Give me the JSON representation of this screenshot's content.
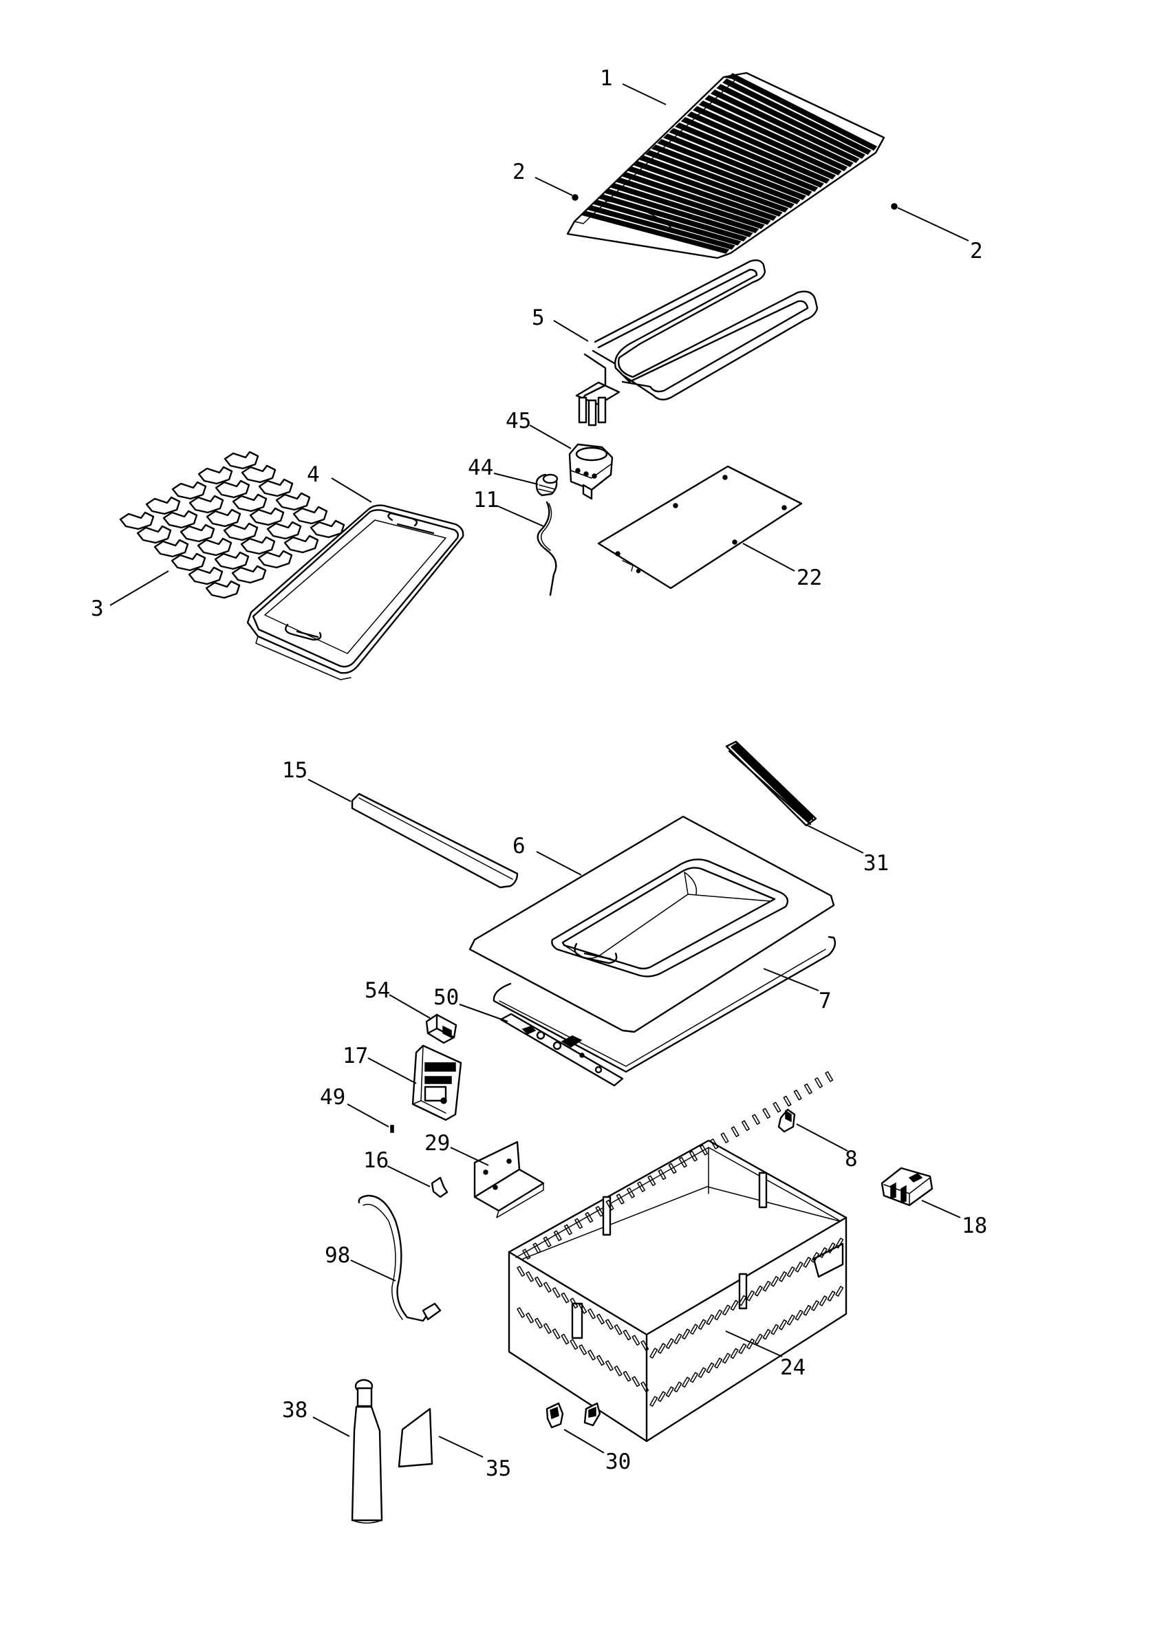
{
  "diagram": {
    "callouts": [
      {
        "label": "1"
      },
      {
        "label": "2"
      },
      {
        "label": "2"
      },
      {
        "label": "5"
      },
      {
        "label": "45"
      },
      {
        "label": "44"
      },
      {
        "label": "11"
      },
      {
        "label": "22"
      },
      {
        "label": "4"
      },
      {
        "label": "3"
      },
      {
        "label": "15"
      },
      {
        "label": "31"
      },
      {
        "label": "6"
      },
      {
        "label": "7"
      },
      {
        "label": "54"
      },
      {
        "label": "50"
      },
      {
        "label": "17"
      },
      {
        "label": "49"
      },
      {
        "label": "29"
      },
      {
        "label": "16"
      },
      {
        "label": "8"
      },
      {
        "label": "18"
      },
      {
        "label": "98"
      },
      {
        "label": "24"
      },
      {
        "label": "38"
      },
      {
        "label": "35"
      },
      {
        "label": "30"
      }
    ]
  },
  "colors": {
    "ink": "#000000",
    "paper": "#ffffff"
  }
}
